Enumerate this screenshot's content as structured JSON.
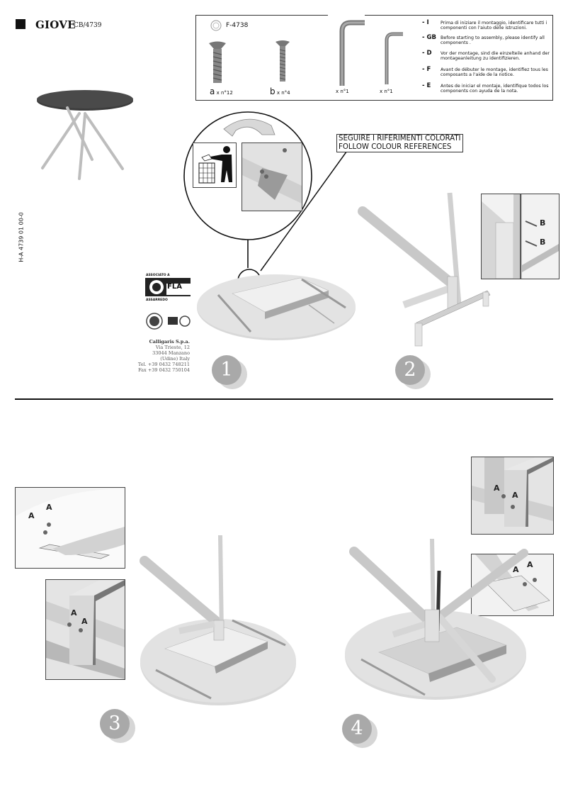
{
  "header": {
    "product_name": "GIOVE",
    "product_code": "CB/4739",
    "document_code": "H-A 4739 01 00-0"
  },
  "parts": {
    "kit_code": "F-4738",
    "items": [
      {
        "letter": "a",
        "quantity": "x n°12",
        "icon": "countersunk-screw-long-icon"
      },
      {
        "letter": "b",
        "quantity": "x n°4",
        "icon": "countersunk-screw-short-icon"
      },
      {
        "letter": "",
        "quantity": "x n°1",
        "icon": "allen-key-large-icon"
      },
      {
        "letter": "",
        "quantity": "x n°1",
        "icon": "allen-key-small-icon"
      }
    ]
  },
  "instructions": [
    {
      "lang": "- I",
      "text": "Prima di iniziare il montaggio, identificare tutti i componenti con l'aiuto delle istruzioni."
    },
    {
      "lang": "- GB",
      "text": "Before starting to assembly, please identify all components ."
    },
    {
      "lang": "- D",
      "text": "Vor der montage, sind die einzelteile anhand der montageanleitung zu identifizieren."
    },
    {
      "lang": "- F",
      "text": "Avant de débuter le montage, identifiez tous les composants a l'aide de la notice."
    },
    {
      "lang": "- E",
      "text": "Antes de iniciar el montaje, identifique todos los components con ayuda de la nota."
    }
  ],
  "colour_reference": {
    "line1": "SEGUIRE I RIFERIMENTI COLORATI",
    "line2": "FOLLOW COLOUR REFERENCES"
  },
  "association": {
    "top": "ASSOCIATO A",
    "name": "FLA",
    "sub": "ASSARREDO"
  },
  "company": {
    "name": "Calligaris S.p.a.",
    "street": "Via Trieste, 12",
    "city": "33044 Manzano",
    "region": "(Udine) Italy",
    "tel": "Tel. +39 0432 748211",
    "fax": "Fax +39 0432 750104"
  },
  "steps": [
    {
      "number": "1"
    },
    {
      "number": "2",
      "labels": [
        "B",
        "B"
      ]
    },
    {
      "number": "3",
      "labels": [
        "A",
        "A",
        "A",
        "A"
      ]
    },
    {
      "number": "4",
      "labels": [
        "A",
        "A",
        "A",
        "A"
      ]
    }
  ],
  "colors": {
    "accent_marker": "#e02020",
    "badge": "#a9a9a9",
    "tabletop": "#dcdcdc",
    "product_top": "#3c3c3c"
  }
}
